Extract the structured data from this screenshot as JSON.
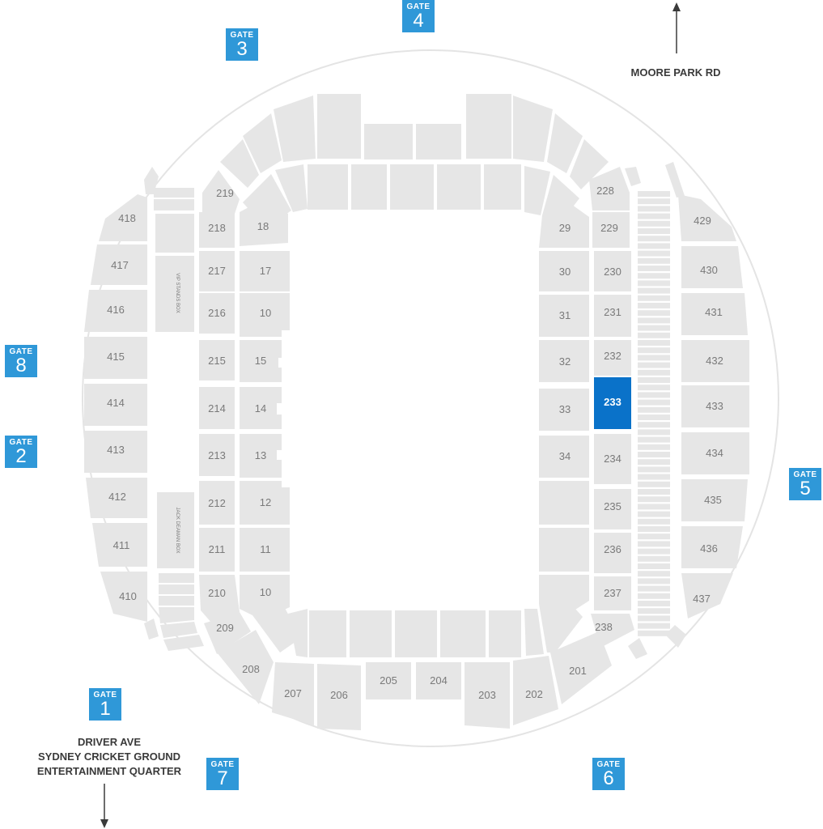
{
  "colors": {
    "section": "#e6e6e6",
    "highlight": "#0a72c9",
    "gate": "#2f98d8",
    "ring": "#e4e4e4",
    "label": "#7a7a7a",
    "street": "#3a3a3a"
  },
  "gates": [
    {
      "label": "GATE",
      "number": "1"
    },
    {
      "label": "GATE",
      "number": "2"
    },
    {
      "label": "GATE",
      "number": "3"
    },
    {
      "label": "GATE",
      "number": "4"
    },
    {
      "label": "GATE",
      "number": "5"
    },
    {
      "label": "GATE",
      "number": "6"
    },
    {
      "label": "GATE",
      "number": "7"
    },
    {
      "label": "GATE",
      "number": "8"
    }
  ],
  "streets": {
    "north": "MOORE PARK RD",
    "south_1": "DRIVER AVE",
    "south_2": "SYDNEY CRICKET GROUND",
    "south_3": "ENTERTAINMENT QUARTER"
  },
  "highlighted_section": "233",
  "sections": {
    "s10a": "10",
    "s10b": "10",
    "s11": "11",
    "s12": "12",
    "s13": "13",
    "s14": "14",
    "s15": "15",
    "s17": "17",
    "s18": "18",
    "s29": "29",
    "s30": "30",
    "s31": "31",
    "s32": "32",
    "s33": "33",
    "s34": "34",
    "s201": "201",
    "s202": "202",
    "s203": "203",
    "s204": "204",
    "s205": "205",
    "s206": "206",
    "s207": "207",
    "s208": "208",
    "s209": "209",
    "s210": "210",
    "s211": "211",
    "s212": "212",
    "s213": "213",
    "s214": "214",
    "s215": "215",
    "s216": "216",
    "s217": "217",
    "s218": "218",
    "s219": "219",
    "s228": "228",
    "s229": "229",
    "s230": "230",
    "s231": "231",
    "s232": "232",
    "s233": "233",
    "s234": "234",
    "s235": "235",
    "s236": "236",
    "s237": "237",
    "s238": "238",
    "s410": "410",
    "s411": "411",
    "s412": "412",
    "s413": "413",
    "s414": "414",
    "s415": "415",
    "s416": "416",
    "s417": "417",
    "s418": "418",
    "s429": "429",
    "s430": "430",
    "s431": "431",
    "s432": "432",
    "s433": "433",
    "s434": "434",
    "s435": "435",
    "s436": "436",
    "s437": "437"
  },
  "box_labels": {
    "upper_left": "VIP STANDS BOX",
    "lower_left": "JACK DEAMAN BOX"
  }
}
